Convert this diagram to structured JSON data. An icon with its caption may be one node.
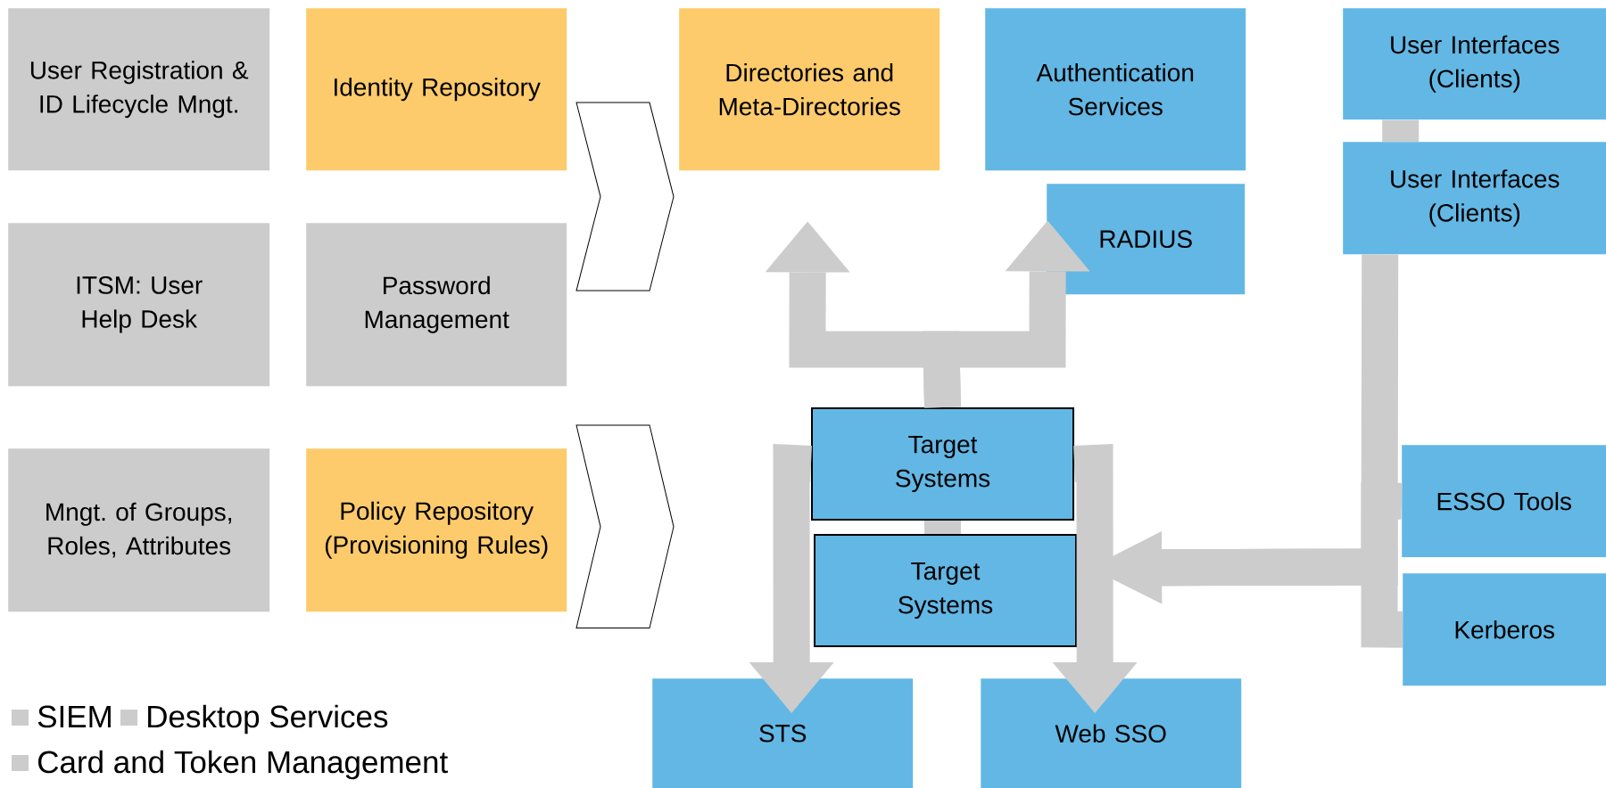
{
  "diagram": {
    "nodes": [
      {
        "text": [
          "User Registration & ID Lifecycle Mngt."
        ]
      },
      {
        "text": [
          "Identity Repository"
        ]
      },
      {
        "text": [
          "Directories and Meta-Directories"
        ]
      },
      {
        "text": [
          "Authentication Services"
        ]
      },
      {
        "text": [
          "User Interfaces (Clients)"
        ]
      },
      {
        "text": [
          "ITSM: User Help Desk"
        ]
      },
      {
        "text": [
          "Password Management"
        ]
      },
      {
        "text": [
          "RADIUS"
        ]
      },
      {
        "text": [
          "User Interfaces (Clients)"
        ]
      },
      {
        "text": [
          "Mngt. of Groups, Roles, Attributes"
        ]
      },
      {
        "text": [
          "Policy Repository (Provisioning Rules)"
        ]
      },
      {
        "text": [
          "Target Systems"
        ]
      },
      {
        "text": [
          "Target Systems"
        ]
      },
      {
        "text": [
          "ESSO Tools"
        ]
      },
      {
        "text": [
          "Kerberos"
        ]
      },
      {
        "text": [
          "STS"
        ]
      },
      {
        "text": [
          "Web SSO"
        ]
      }
    ],
    "edges": [
      {
        "from": 11,
        "to": 2,
        "arrow": "to"
      },
      {
        "from": 11,
        "to": 7,
        "arrow": "to"
      },
      {
        "from": 11,
        "to": 15,
        "arrow": "to"
      },
      {
        "from": 11,
        "to": 16,
        "arrow": "to"
      },
      {
        "from": 11,
        "to": 12,
        "arrow": "none"
      },
      {
        "from": 4,
        "to": 8,
        "arrow": "none"
      },
      {
        "from": 8,
        "to": 12,
        "arrow": "to"
      },
      {
        "from": 13,
        "to": 12,
        "arrow": "to"
      },
      {
        "from": 14,
        "to": 12,
        "arrow": "to"
      }
    ],
    "legend": [
      {
        "text": "SIEM",
        "color": "#cccccc"
      },
      {
        "text": "Desktop Services",
        "color": "#cccccc"
      },
      {
        "text": "Card and Token Management",
        "color": "#cccccc"
      }
    ]
  }
}
